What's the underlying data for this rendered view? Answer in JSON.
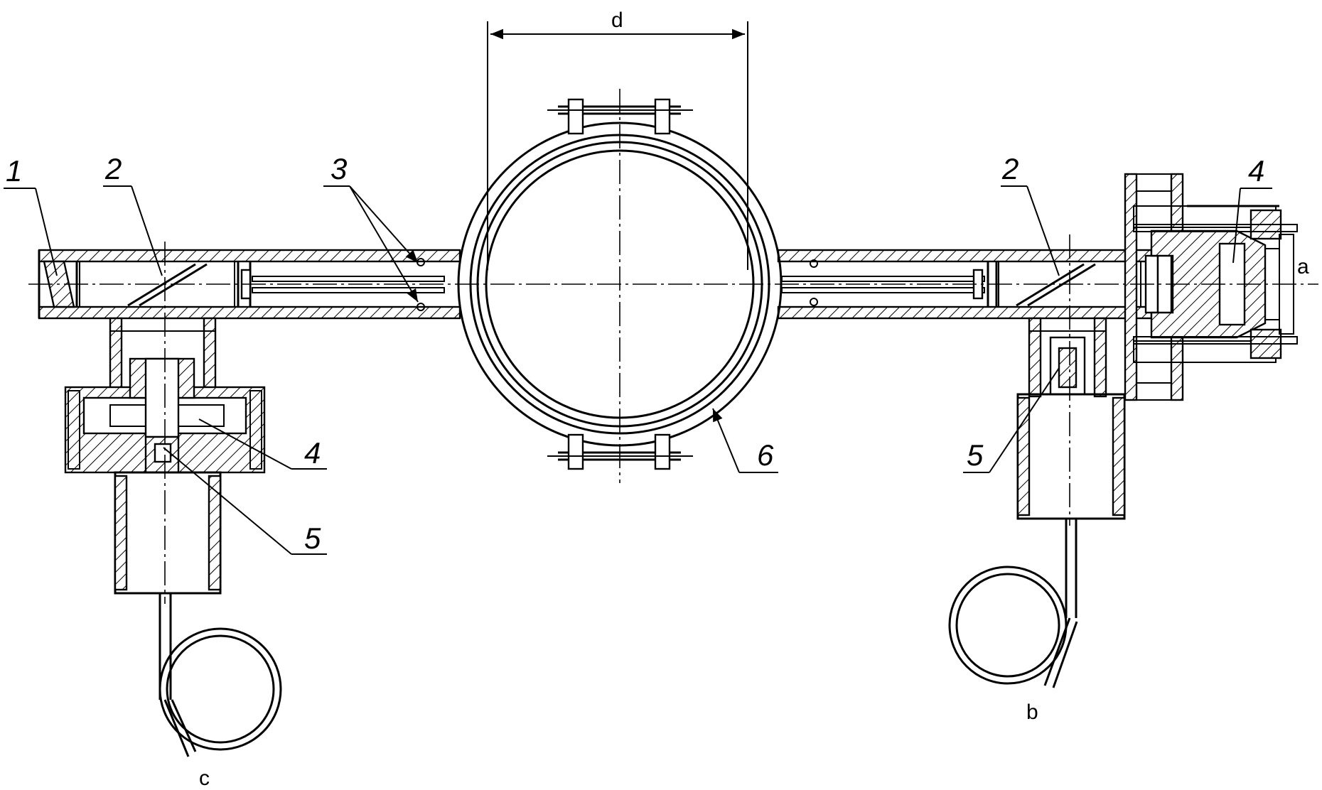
{
  "labels": {
    "n1": "1",
    "n2_left": "2",
    "n2_right": "2",
    "n3": "3",
    "n4_left": "4",
    "n4_right": "4",
    "n5_left": "5",
    "n5_right": "5",
    "n6": "6"
  },
  "letters": {
    "a": "a",
    "b": "b",
    "c": "c",
    "d": "d"
  }
}
